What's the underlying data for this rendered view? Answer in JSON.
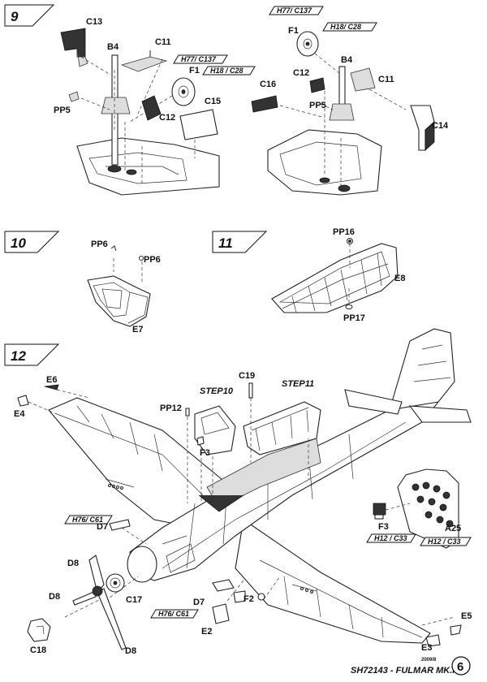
{
  "steps": {
    "s9": "9",
    "s10": "10",
    "s11": "11",
    "s12": "12"
  },
  "step9": {
    "left": {
      "c13": "C13",
      "b4": "B4",
      "c11": "C11",
      "pp5": "PP5",
      "c12": "C12",
      "c15": "C15",
      "f1": "F1",
      "ref_a": "H77/ C137",
      "ref_b": "H18 / C28"
    },
    "right": {
      "ref_a": "H77/ C137",
      "f1": "F1",
      "ref_b": "H18/ C28",
      "b4": "B4",
      "c12": "C12",
      "c16": "C16",
      "pp5": "PP5",
      "c11": "C11",
      "c14": "C14"
    }
  },
  "step10": {
    "pp6_a": "PP6",
    "pp6_b": "PP6",
    "e7": "E7"
  },
  "step11": {
    "pp16": "PP16",
    "e8": "E8",
    "pp17": "PP17"
  },
  "step12": {
    "e6": "E6",
    "e4": "E4",
    "pp12": "PP12",
    "step10_ref": "STEP10",
    "c19": "C19",
    "step11_ref": "STEP11",
    "f3": "F3",
    "f3_b": "F3",
    "ref_h12_a": "H12 / C33",
    "a25": "A25",
    "ref_h12_b": "H12 / C33",
    "ref_h76_a": "H76/ C61",
    "d7_a": "D7",
    "d8_a": "D8",
    "d8_b": "D8",
    "c17": "C17",
    "c18": "C18",
    "d8_c": "D8",
    "d7_b": "D7",
    "ref_h76_b": "H76/ C61",
    "e2": "E2",
    "f2": "F2",
    "e5": "E5",
    "e3": "E3"
  },
  "footer": {
    "date": "2009/8",
    "title": "SH72143 - FULMAR MK.I",
    "page": "6"
  }
}
